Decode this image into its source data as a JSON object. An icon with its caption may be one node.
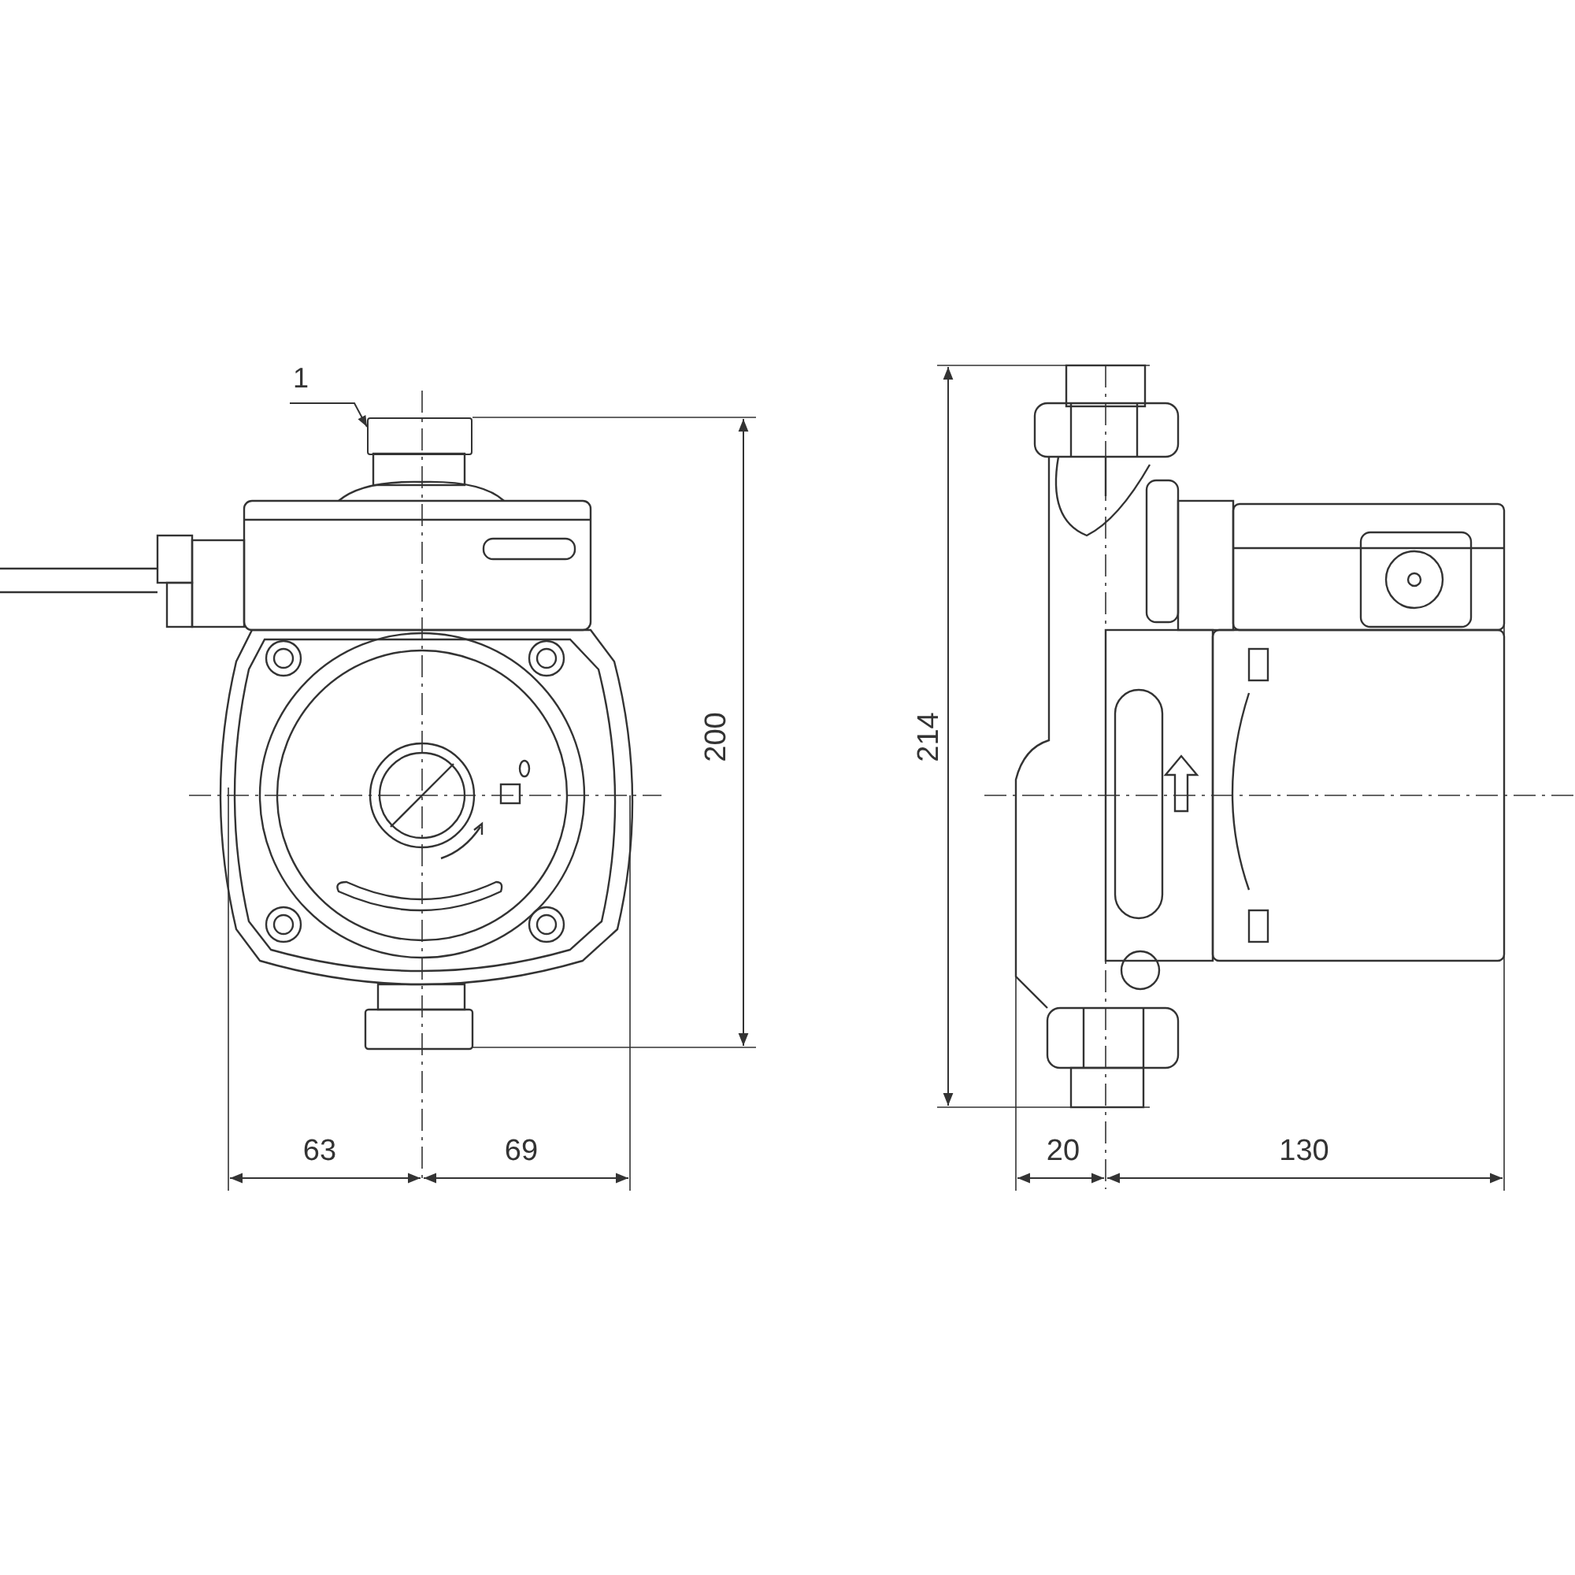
{
  "diagram": {
    "nodes": [
      {
        "text": [
          "1"
        ]
      },
      {
        "text": [],
        "shape": "box"
      }
    ],
    "edges": [
      {
        "from": 0,
        "to": 1,
        "arrow": "to"
      }
    ],
    "labels": [
      "200",
      "214",
      "63",
      "69",
      "20",
      "130"
    ]
  }
}
